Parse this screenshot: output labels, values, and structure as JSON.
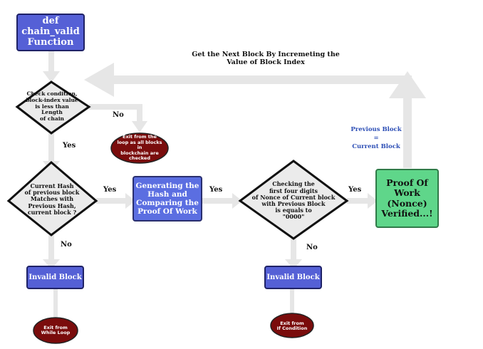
{
  "nodes": {
    "start": "def chain_valid\nFunction",
    "cond_index": "Check condition,\nblock-index value\nis less than Length\nof chain",
    "exit_loop_all": "Exit from the\nloop as all blocks in\nblockchain are\nchecked",
    "cond_hash": "Current Hash\nof previous block\nMatches with\nPrevious Hash,\ncurrent block ?",
    "generate": "Generating the\nHash and\nComparing the\nProof Of Work",
    "cond_nonce": "Checking  the\nfirst four digits\nof Nonce of Current block\nwith Previous Block\nis equals to\n\"0000\"",
    "proof_verified": "Proof Of\nWork\n(Nonce)\nVerified...!",
    "invalid_1": "Invalid Block",
    "invalid_2": "Invalid Block",
    "exit_while": "Exit from\nWhile Loop",
    "exit_if": "Exit from\nIf Condition"
  },
  "edges": {
    "no": "No",
    "yes": "Yes"
  },
  "annotations": {
    "next_block": "Get the Next Block By Incremeting the\nValue of  Block Index",
    "prev_block": "Previous Block",
    "equals": "=",
    "curr_block": "Current Block"
  },
  "colors": {
    "arrow": "#e6e6e6",
    "box_blue": "#5b6ee1",
    "box_green": "#5fd68a",
    "oval": "#7a0c0c",
    "diamond": "#ebebeb",
    "note_blue": "#2b4db5"
  }
}
